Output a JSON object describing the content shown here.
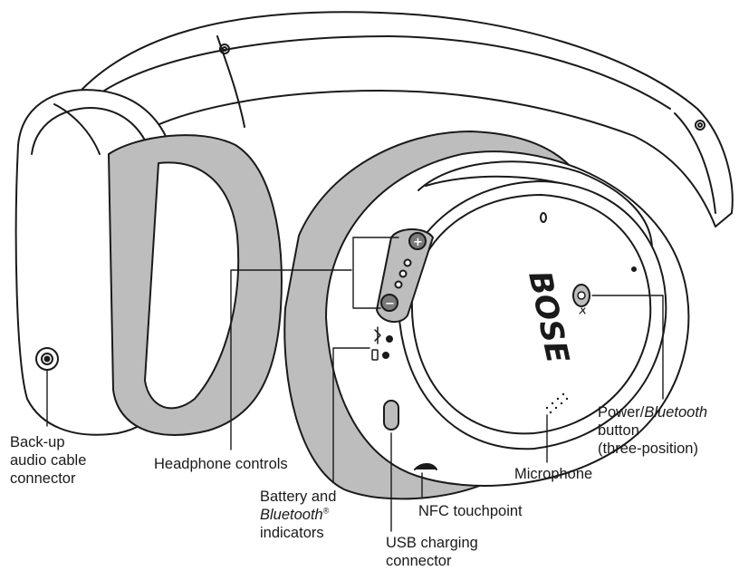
{
  "brand": "BOSE",
  "callouts": {
    "backup_audio": {
      "lines": [
        "Back-up",
        "audio cable",
        "connector"
      ]
    },
    "headphone_controls": {
      "text": "Headphone controls"
    },
    "battery_bt": {
      "line1": "Battery and",
      "line2_italic": "Bluetooth",
      "line2_mark": "®",
      "line3": "indicators"
    },
    "usb": {
      "lines": [
        "USB charging",
        "connector"
      ]
    },
    "nfc": {
      "text": "NFC touchpoint"
    },
    "microphone": {
      "text": "Microphone"
    },
    "power": {
      "line1_prefix": "Power/",
      "line1_italic": "Bluetooth",
      "line2": "button",
      "line3": "(three-position)"
    }
  },
  "control_symbols": {
    "plus": "+",
    "minus": "−"
  },
  "icons": [
    "bluetooth-icon",
    "battery-icon",
    "power-icon",
    "plus-icon",
    "minus-icon"
  ]
}
